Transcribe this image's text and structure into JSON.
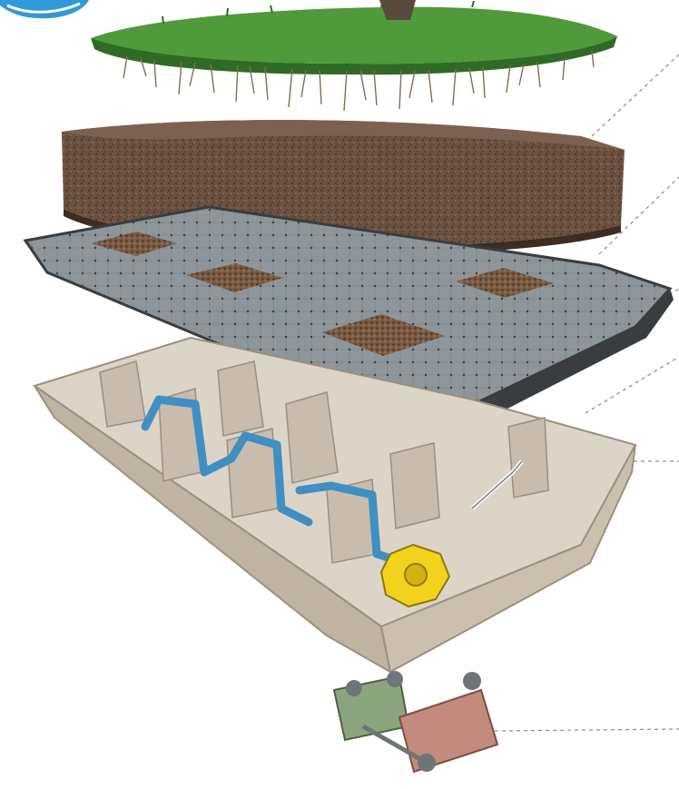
{
  "diagram": {
    "type": "exploded-view illustration",
    "layers": [
      {
        "id": "grass-turf",
        "description_icon": "grass-icon"
      },
      {
        "id": "soil-substrate",
        "description_icon": "soil-icon"
      },
      {
        "id": "filter-mat-panel",
        "description_icon": "panel-icon"
      },
      {
        "id": "water-retention-tray",
        "description_icon": "tray-icon"
      },
      {
        "id": "support-pedestals",
        "description_icon": "pedestal-icon"
      }
    ],
    "colors": {
      "grass": "#4f9a3a",
      "grass_dark": "#2f6b25",
      "roots": "#8a6a4e",
      "soil": "#6b5140",
      "soil_dark": "#4a3628",
      "panel": "#8d969b",
      "panel_edge": "#3a3d40",
      "tray": "#ddd4c8",
      "tray_shadow": "#bfb3a4",
      "channel": "#3f8fc4",
      "valve": "#f2d21b",
      "pedestal_green": "#8ca57e",
      "pedestal_red": "#c48a7e",
      "leader": "#8a8a8a",
      "logo": "#2f9ad8"
    }
  }
}
